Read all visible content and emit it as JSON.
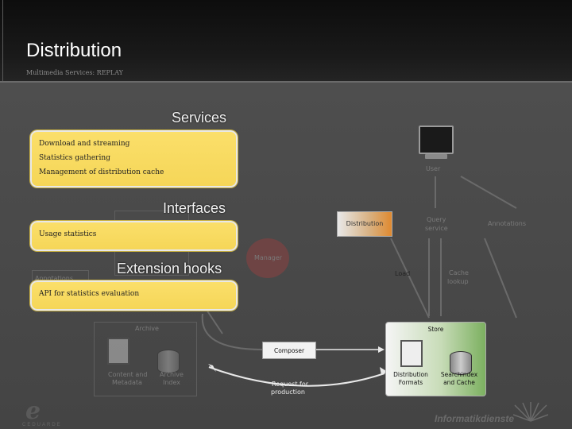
{
  "slide": {
    "title": "Distribution",
    "subtitle": "Multimedia Services: REPLAY"
  },
  "sections": {
    "services": "Services",
    "interfaces": "Interfaces",
    "extension_hooks": "Extension hooks"
  },
  "callouts": {
    "services_items": [
      "Download and streaming",
      "Statistics gathering",
      "Management of distribution cache"
    ],
    "interfaces_items": [
      "Usage statistics"
    ],
    "extension_items": [
      "API for statistics evaluation"
    ]
  },
  "diagram": {
    "user": "User",
    "distribution": "Distribution",
    "query_service": [
      "Query",
      "service"
    ],
    "annotations_right": "Annotations",
    "manager": "Manager",
    "annotations_left": "Annotations",
    "load": "Load",
    "cache_lookup": [
      "Cache",
      "lookup"
    ],
    "archive": "Archive",
    "store": "Store",
    "composer": "Composer",
    "content_metadata": [
      "Content and",
      "Metadata"
    ],
    "archive_index": [
      "Archive",
      "Index"
    ],
    "request_production": [
      "Request for",
      "production"
    ],
    "distribution_formats": [
      "Distribution",
      "Formats"
    ],
    "searchindex_cache": [
      "Searchindex",
      "and Cache"
    ]
  },
  "footer": {
    "logo_letter": "e",
    "logo_text": "CEDUARDE",
    "brand": "Informatikdienste"
  }
}
